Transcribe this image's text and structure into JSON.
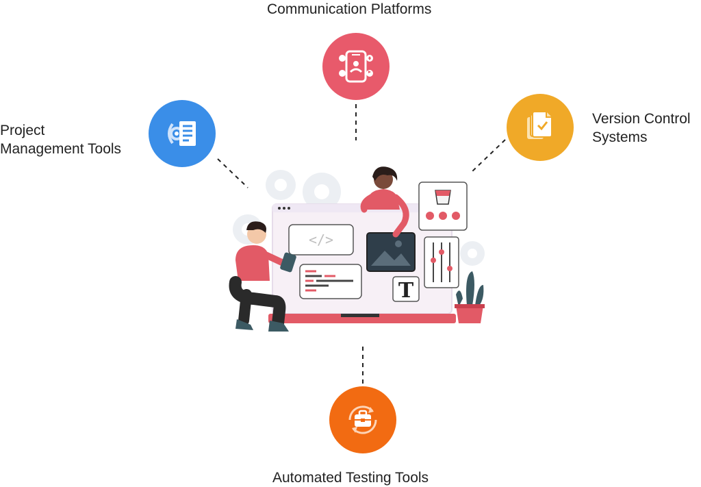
{
  "title": "",
  "nodes": {
    "communication": {
      "label": "Communication Platforms",
      "color": "#e85a6b",
      "icon": "mobile-apps-icon"
    },
    "version_control": {
      "label_line1": "Version Control",
      "label_line2": "Systems",
      "color": "#f0a928",
      "icon": "documents-check-icon"
    },
    "project_management": {
      "label_line1": "Project",
      "label_line2": "Management Tools",
      "color": "#3a8ee8",
      "icon": "task-document-icon"
    },
    "automated_testing": {
      "label": "Automated Testing Tools",
      "color": "#f26b12",
      "icon": "briefcase-cycle-icon"
    }
  },
  "illustration": {
    "code_tag": "</>",
    "text_glyph": "T"
  }
}
